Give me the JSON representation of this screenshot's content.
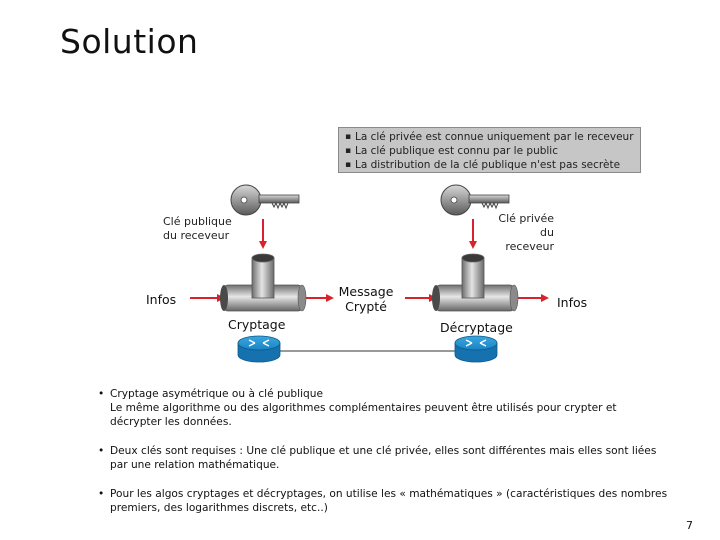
{
  "title": "Solution",
  "info_box": {
    "items": [
      "La clé privée est connue uniquement par le receveur",
      "La clé publique est connu par le public",
      "La distribution de la clé publique n'est pas secrète"
    ]
  },
  "diagram": {
    "public_key_label": [
      "Clé publique",
      "du receveur"
    ],
    "private_key_label": [
      "Clé privée",
      "du receveur"
    ],
    "infos_left": "Infos",
    "infos_right": "Infos",
    "message_label": [
      "Message",
      "Crypté"
    ],
    "encrypt_label": "Cryptage",
    "decrypt_label": "Décryptage"
  },
  "bullets": [
    {
      "lines": [
        "Cryptage asymétrique ou à clé publique",
        "Le même algorithme ou des algorithmes complémentaires peuvent être utilisés pour crypter et",
        "décrypter les données."
      ]
    },
    {
      "lines": [
        "Deux clés sont requises : Une clé publique et une clé privée, elles sont différentes mais elles sont liées",
        "par une relation mathématique."
      ]
    },
    {
      "lines": [
        "Pour les algos cryptages et décryptages, on utilise les « mathématiques » (caractéristiques des nombres",
        "premiers, des logarithmes discrets, etc..)"
      ]
    }
  ],
  "page_number": "7",
  "colors": {
    "arrow": "#d9232a",
    "router": "#1a8fd0",
    "info_box_bg": "#c6c6c6"
  },
  "icons": [
    "key-icon",
    "pipe-icon",
    "router-icon"
  ]
}
